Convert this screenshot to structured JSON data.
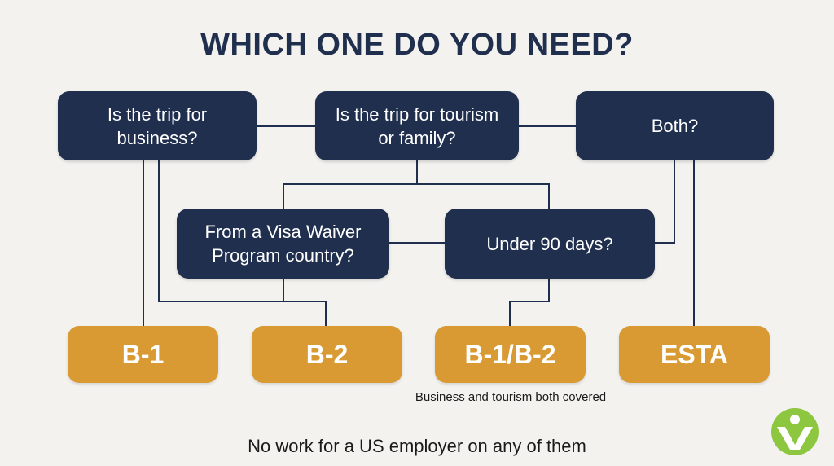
{
  "title": "WHICH ONE DO YOU NEED?",
  "questions": {
    "business": "Is the trip for business?",
    "tourism": "Is the trip for tourism or family?",
    "both": "Both?",
    "visa_waiver": "From a Visa Waiver Program country?",
    "under90": "Under 90 days?"
  },
  "outcomes": {
    "b1": "B-1",
    "b2": "B-2",
    "b1b2": "B-1/B-2",
    "esta": "ESTA"
  },
  "b1b2_caption": "Business and tourism both covered",
  "footer": "No work for a US employer on any of them",
  "colors": {
    "question_bg": "#1f2f4d",
    "outcome_bg": "#d99a34",
    "connector": "#1f2f4d",
    "background": "#f3f2ef",
    "logo_green": "#8dc63f"
  }
}
